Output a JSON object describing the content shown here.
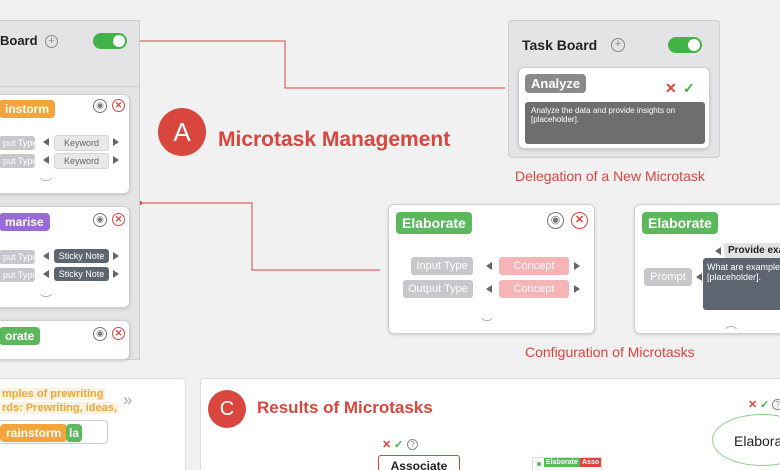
{
  "section_a": {
    "badge": "A",
    "title": "Microtask Management",
    "caption_delegation": "Delegation of a New Microtask",
    "caption_config": "Configuration of Microtasks"
  },
  "section_c": {
    "badge": "C",
    "title": "Results of Microtasks"
  },
  "left_board": {
    "title": "Board",
    "cards": [
      {
        "tag": "instorm",
        "rows": [
          {
            "label": "put Type",
            "value": "Keyword"
          },
          {
            "label": "put Type",
            "value": "Keyword"
          }
        ]
      },
      {
        "tag": "marise",
        "rows": [
          {
            "label": "put Type",
            "value": "Sticky Note"
          },
          {
            "label": "put Type",
            "value": "Sticky Note"
          }
        ]
      },
      {
        "tag": "orate"
      }
    ]
  },
  "task_board": {
    "title": "Task Board",
    "card_tag": "Analyze",
    "card_text": "Analyze the data and provide insights on [placeholder]."
  },
  "elaborate_config": {
    "tag": "Elaborate",
    "input_label": "Input Type",
    "input_value": "Concept",
    "output_label": "Output Type",
    "output_value": "Concept"
  },
  "elaborate_prompt": {
    "tag": "Elaborate",
    "prompt_label": "Prompt",
    "provide_label": "Provide exa",
    "prompt_text": "What are example [placeholder]."
  },
  "results_left": {
    "line1": "mples of prewriting",
    "line2": "rds: Prewriting, ideas,",
    "tag_brainstorm": "rainstorm",
    "tag_ela": "la"
  },
  "results_right": {
    "associate": "Associate",
    "mini_elaborate": "Elaborate",
    "mini_asso": "Asso",
    "elaborate_node": "Elabora"
  },
  "colors": {
    "accent_red": "#d9463e",
    "toggle_green": "#43b349",
    "tag_orange": "#f4a53a",
    "tag_purple": "#9a6ad6",
    "tag_green": "#5cb85c"
  }
}
